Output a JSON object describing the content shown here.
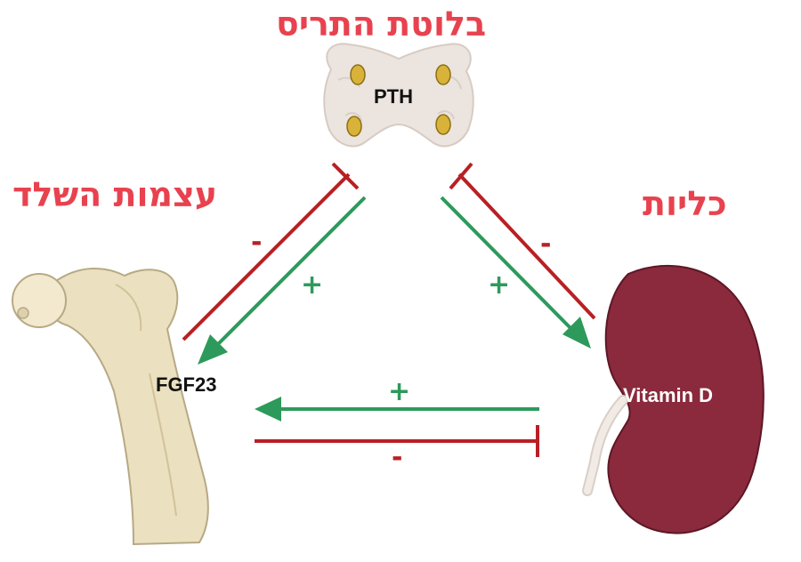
{
  "titles": {
    "parathyroid": "בלוטת התריס",
    "bone": "עצמות השלד",
    "kidney": "כליות"
  },
  "labels": {
    "pth": "PTH",
    "fgf23": "FGF23",
    "vitamin_d": "Vitamin D"
  },
  "signs": {
    "left_inhibit": "-",
    "left_stimulate": "+",
    "right_inhibit": "-",
    "right_stimulate": "+",
    "bottom_stimulate": "+",
    "bottom_inhibit": "-"
  },
  "colors": {
    "title": "#e8424f",
    "stimulate": "#2d9a5b",
    "inhibit": "#b82024",
    "kidney": "#8a2a3c",
    "bone": "#e8dcb8",
    "thyroid": "#ece4de",
    "gland_nodule": "#d9b23a"
  },
  "icons": {
    "parathyroid": "thyroid-gland-icon",
    "bone": "femur-bone-icon",
    "kidney": "kidney-icon"
  }
}
